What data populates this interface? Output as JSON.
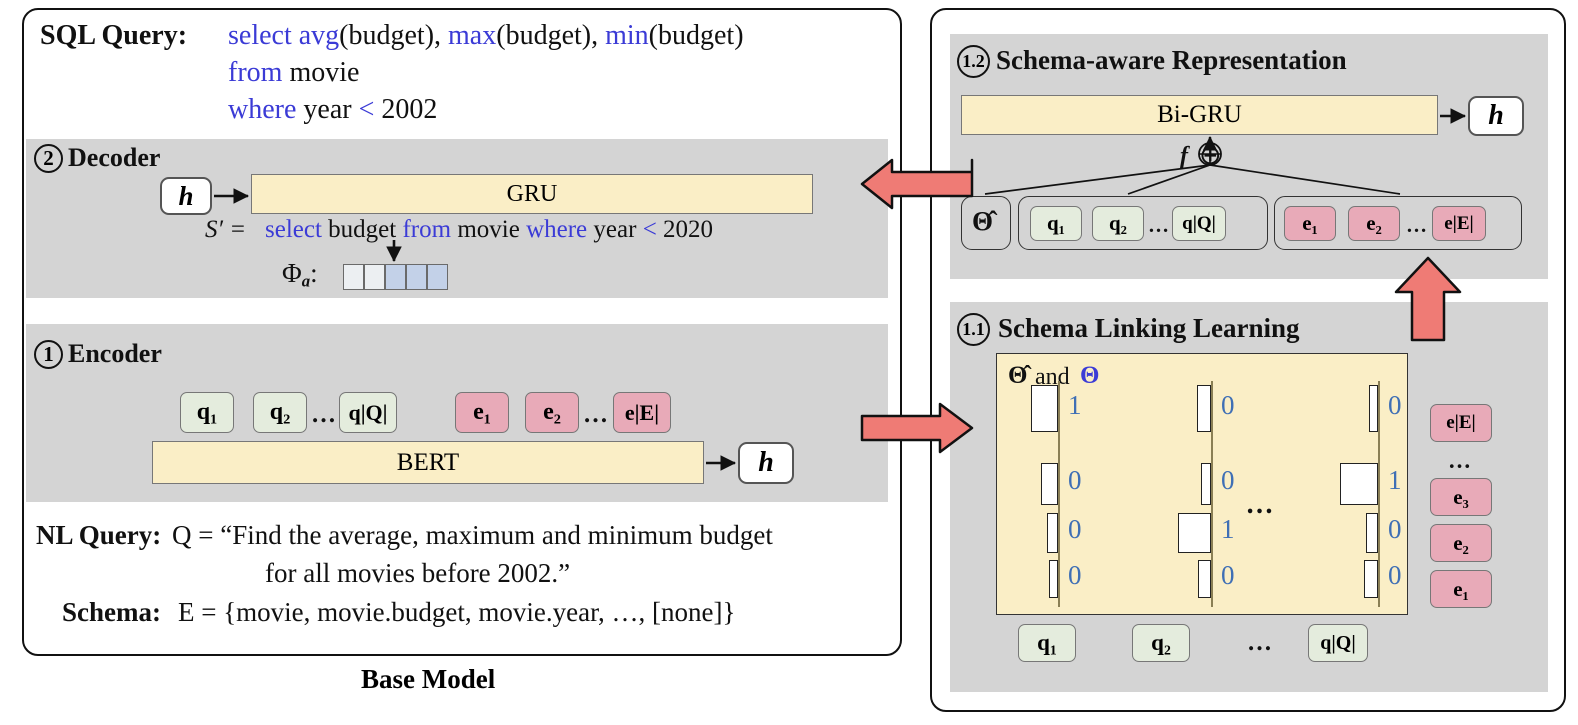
{
  "left_panel": {
    "caption": "Base Model",
    "sql": {
      "label": "SQL Query:",
      "lines": [
        [
          {
            "t": "select avg",
            "c": "blue"
          },
          {
            "t": "(budget), ",
            "c": "black"
          },
          {
            "t": "max",
            "c": "blue"
          },
          {
            "t": "(budget), ",
            "c": "black"
          },
          {
            "t": "min",
            "c": "blue"
          },
          {
            "t": "(budget)",
            "c": "black"
          }
        ],
        [
          {
            "t": "from ",
            "c": "blue"
          },
          {
            "t": "movie",
            "c": "black"
          }
        ],
        [
          {
            "t": "where ",
            "c": "blue"
          },
          {
            "t": "year ",
            "c": "black"
          },
          {
            "t": "< ",
            "c": "blue"
          },
          {
            "t": "2002",
            "c": "black"
          }
        ]
      ]
    },
    "decoder": {
      "num": "2",
      "title": "Decoder",
      "h_label": "h",
      "gru_label": "GRU",
      "sprime_prefix": "S′ = ",
      "sprime": [
        {
          "t": "select ",
          "c": "blue"
        },
        {
          "t": "budget ",
          "c": "black"
        },
        {
          "t": "from ",
          "c": "blue"
        },
        {
          "t": "movie ",
          "c": "black"
        },
        {
          "t": "where ",
          "c": "blue"
        },
        {
          "t": "year ",
          "c": "black"
        },
        {
          "t": "< ",
          "c": "blue"
        },
        {
          "t": "2020",
          "c": "black"
        }
      ],
      "phi_label": "Φ",
      "phi_sub": "a",
      "phi_colon": ":",
      "phi_cells": [
        "w",
        "w",
        "b",
        "b",
        "b"
      ]
    },
    "encoder": {
      "num": "1",
      "title": "Encoder",
      "q_tokens": [
        "q₁",
        "q₂",
        "q|Q|"
      ],
      "e_tokens": [
        "e₁",
        "e₂",
        "e|E|"
      ],
      "q_dots": "…",
      "e_dots": "…",
      "bert_label": "BERT",
      "h_label": "h"
    },
    "nl": {
      "label": "NL Query:",
      "line1": "Q = “Find the average, maximum and minimum budget",
      "line2": "for all movies before 2002.”"
    },
    "schema": {
      "label": "Schema:",
      "value": "E = {movie, movie.budget, movie.year, …, [none]}"
    }
  },
  "right_panel": {
    "rep": {
      "num": "1.2",
      "title": "Schema-aware Representation",
      "bigru_label": "Bi-GRU",
      "h_label": "h",
      "f_label": "f",
      "oplus": "⊕",
      "theta_hat": "Θ̂",
      "q_tokens": [
        "q₁",
        "q₂",
        "q|Q|"
      ],
      "e_tokens": [
        "e₁",
        "e₂",
        "e|E|"
      ],
      "q_dots": "…",
      "e_dots": "…"
    },
    "link": {
      "num": "1.1",
      "title": "Schema Linking Learning",
      "legend_hat": "Θ̂",
      "legend_and": "and",
      "legend_theta": "Θ",
      "col_dots": "…",
      "e_dots": "…",
      "e_labels": [
        "e|E|",
        "e₃",
        "e₂",
        "e₁"
      ],
      "q_labels": [
        "q₁",
        "q₂",
        "q|Q|"
      ],
      "q_dots": "…",
      "columns": [
        {
          "values": [
            "1",
            "0",
            "0",
            "0"
          ],
          "bar_w": [
            27,
            17,
            11,
            9
          ]
        },
        {
          "values": [
            "0",
            "0",
            "1",
            "0"
          ],
          "bar_w": [
            14,
            10,
            33,
            13
          ]
        },
        {
          "values": [
            "0",
            "1",
            "0",
            "0"
          ],
          "bar_w": [
            9,
            38,
            12,
            14
          ]
        }
      ]
    }
  },
  "colors": {
    "chip_green": "#e4ecdd",
    "chip_pink": "#e8aab8",
    "yellow": "#faeec6",
    "gray_band": "#d4d4d4",
    "arrow_red": "#ef7b75",
    "keyword_blue": "#3b3bd6",
    "value_blue": "#3f6fb5"
  }
}
